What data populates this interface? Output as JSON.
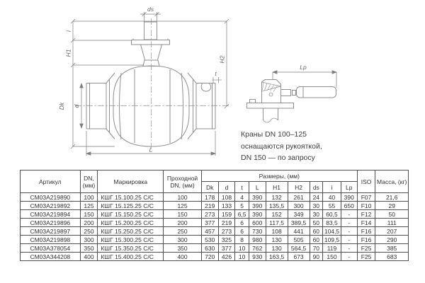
{
  "note": {
    "lines": [
      "Краны DN 100–125",
      "оснащаются рукояткой,",
      "DN 150 — по запросу"
    ]
  },
  "drawing": {
    "labels": {
      "ds": "ds",
      "i": "i",
      "h1": "H1",
      "h2": "H2",
      "dk": "Dk",
      "d": "d",
      "t": "t",
      "l": "L",
      "lp": "Lp"
    }
  },
  "table": {
    "headers": {
      "artikul": "Артикул",
      "dn": "DN, (мм)",
      "marking": "Маркировка",
      "bore": "Проходной DN, (мм)",
      "dims": "Размеры, (мм)",
      "iso": "ISO",
      "mass": "Масса, (кг)",
      "sub": [
        "Dk",
        "d",
        "t",
        "L",
        "H1",
        "H2",
        "ds",
        "i",
        "Lp"
      ]
    },
    "rows": [
      [
        "CM03A219890",
        "100",
        "КШГ 15.100.25 С/С",
        "100",
        "178",
        "108",
        "4",
        "390",
        "132",
        "261",
        "24",
        "40",
        "390",
        "F07",
        "21,6"
      ],
      [
        "CM03A219892",
        "125",
        "КШГ 15.125.25 С/С",
        "125",
        "219",
        "133",
        "5",
        "390",
        "135,5",
        "300",
        "30",
        "55",
        "650",
        "F10",
        "29"
      ],
      [
        "CM03A219894",
        "150",
        "КШГ 15.150.25 С/С",
        "150",
        "273",
        "159",
        "6,5",
        "390",
        "152",
        "349",
        "30",
        "60,5",
        "-",
        "F12",
        "50"
      ],
      [
        "CM03A219896",
        "200",
        "КШГ 15.200.25 С/С",
        "200",
        "377",
        "219",
        "6",
        "600",
        "117,5",
        "389,5",
        "50",
        "83,5",
        "-",
        "F14",
        "111"
      ],
      [
        "CM03A219897",
        "250",
        "КШГ 15.250.25 С/С",
        "250",
        "457",
        "273",
        "6",
        "730",
        "108",
        "441",
        "60",
        "104,5",
        "-",
        "F16",
        "207"
      ],
      [
        "CM03A219898",
        "300",
        "КШГ 15.300.25 С/С",
        "300",
        "530",
        "325",
        "8",
        "980",
        "130",
        "505",
        "60",
        "109,5",
        "-",
        "F16",
        "290"
      ],
      [
        "CM03A378054",
        "350",
        "КШГ 15.350.25 С/С",
        "350",
        "630",
        "377",
        "10",
        "762",
        "130",
        "564,5",
        "70",
        "119",
        "-",
        "F25",
        "385"
      ],
      [
        "CM03A344208",
        "400",
        "КШГ 15.400.25 С/С",
        "400",
        "720",
        "426",
        "10",
        "930",
        "163,5",
        "673",
        "90",
        "150",
        "-",
        "F25",
        "683"
      ]
    ]
  },
  "colors": {
    "line": "#8f8f8f",
    "dim": "#7d7d7d",
    "text": "#3a3a3a",
    "border": "#4f4f4f"
  }
}
